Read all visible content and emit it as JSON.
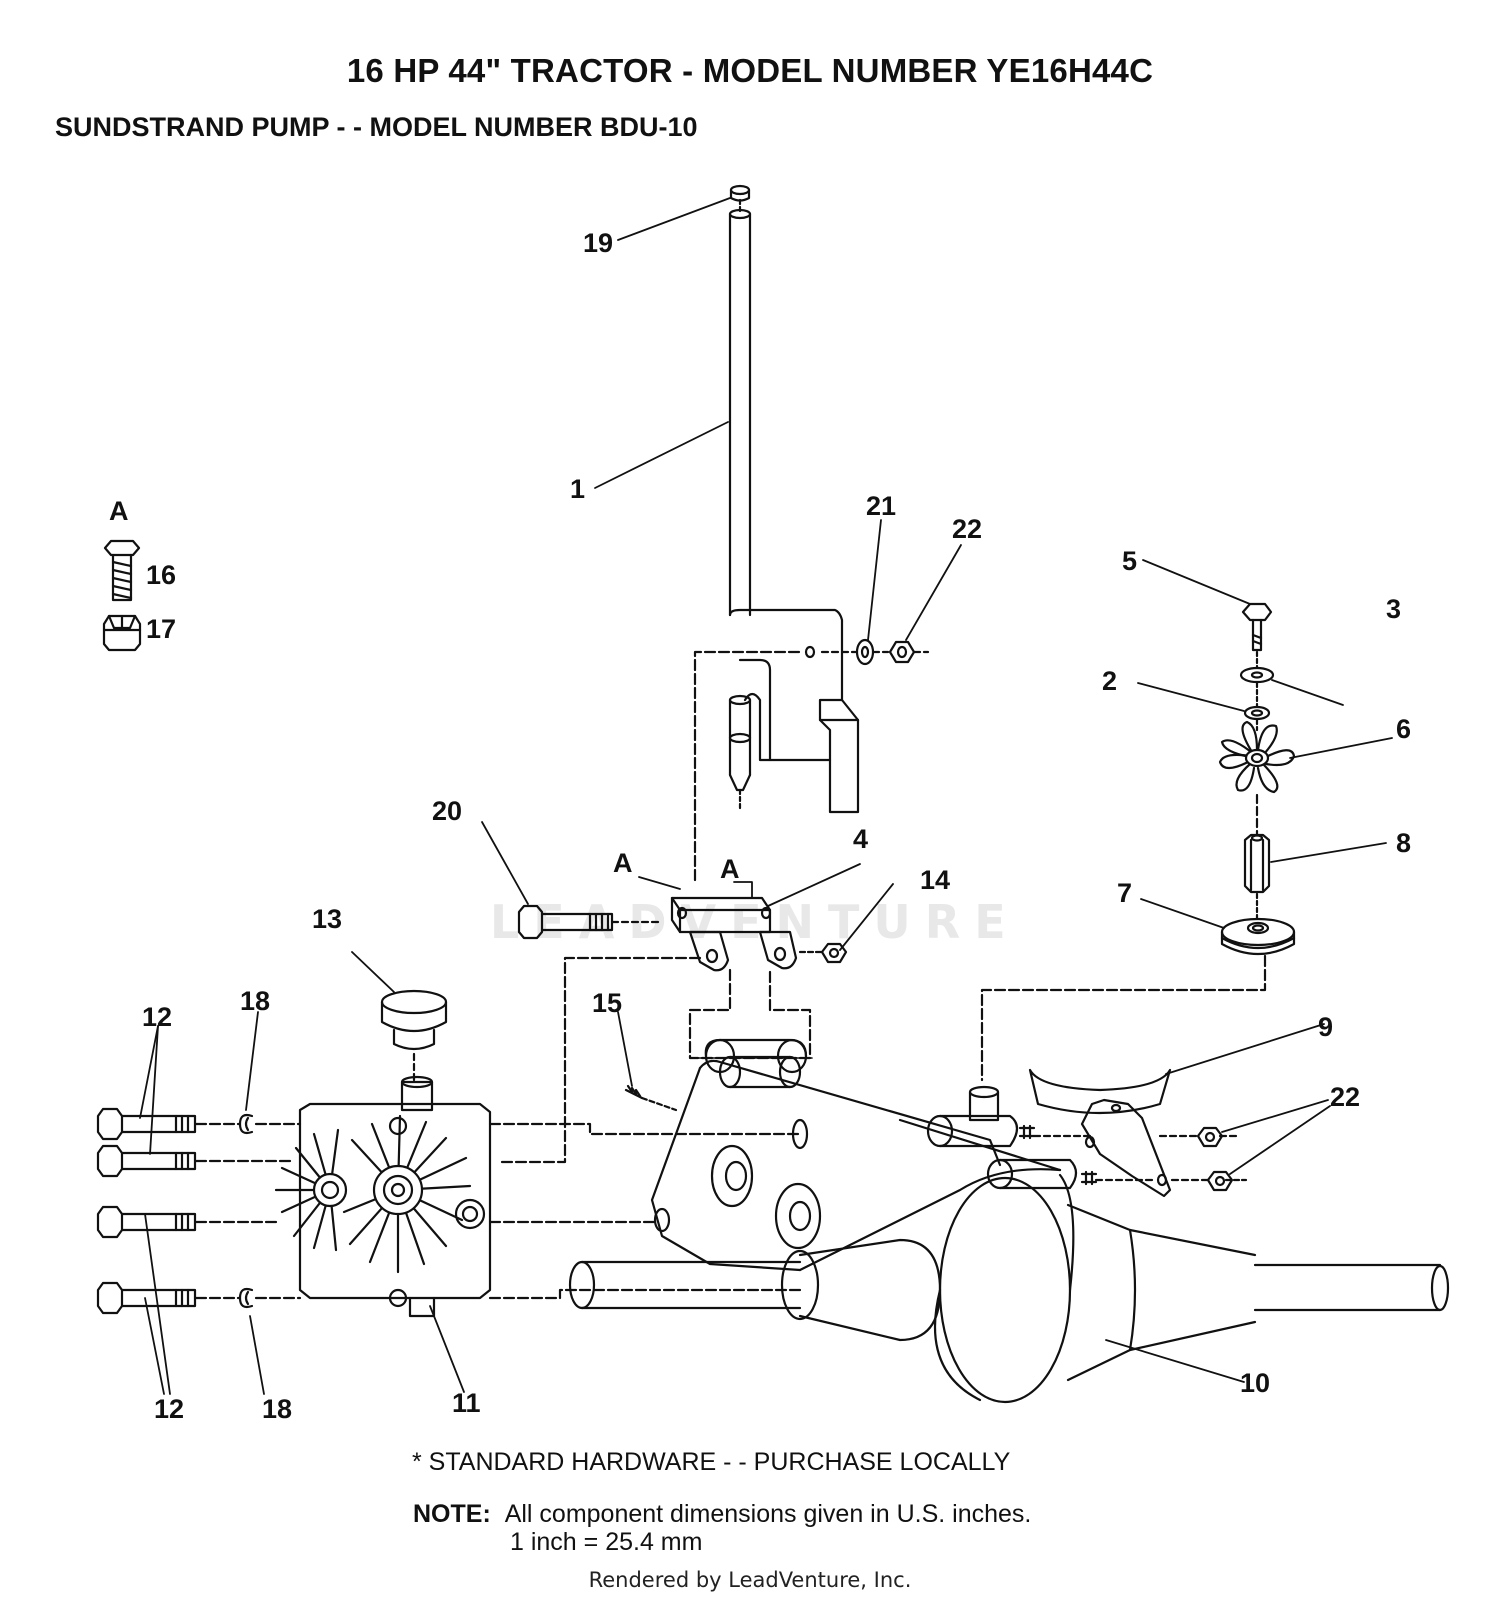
{
  "header": {
    "title": "16 HP 44\" TRACTOR - MODEL NUMBER YE16H44C",
    "subtitle": "SUNDSTRAND PUMP - - MODEL NUMBER BDU-10"
  },
  "watermark": "LEADVENTURE",
  "callouts": {
    "c1": "1",
    "c2": "2",
    "c3": "3",
    "c4": "4",
    "c5": "5",
    "c6": "6",
    "c7": "7",
    "c8": "8",
    "c9": "9",
    "c10": "10",
    "c11": "11",
    "c12a": "12",
    "c12b": "12",
    "c13": "13",
    "c14": "14",
    "c15": "15",
    "c16": "16",
    "c17": "17",
    "c18a": "18",
    "c18b": "18",
    "c19": "19",
    "c20": "20",
    "c21": "21",
    "c22a": "22",
    "c22b": "22",
    "keyA": "A",
    "refA1": "A",
    "refA2": "A"
  },
  "footer": {
    "hardware_note": "*  STANDARD HARDWARE - - PURCHASE LOCALLY",
    "note_label": "NOTE:",
    "note_line1": "All component dimensions given in U.S. inches.",
    "note_line2": "1 inch = 25.4 mm",
    "rendered_by": "Rendered by LeadVenture, Inc."
  }
}
